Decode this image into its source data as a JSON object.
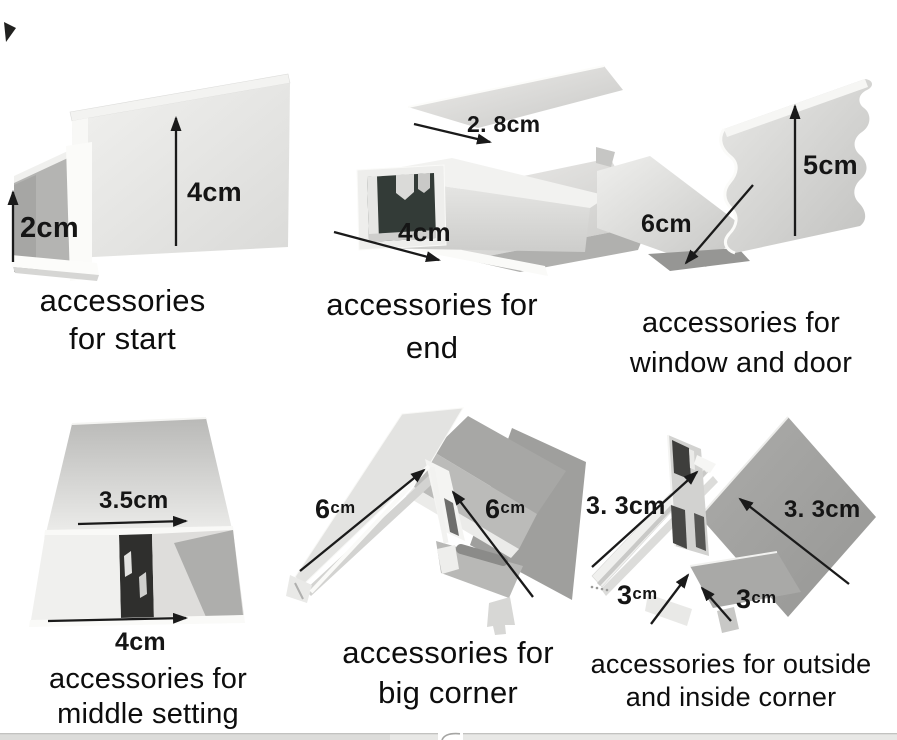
{
  "colors": {
    "background": "#ffffff",
    "text": "#0d0d0d",
    "arrow": "#1a1a1a",
    "metal_light": "#f0f0ee",
    "metal_mid": "#c7c7c5",
    "metal_dark": "#a0a09e",
    "slot_dark": "#333b37",
    "bottom_strip": "#e6e6e4"
  },
  "panels": [
    {
      "id": "start",
      "caption": [
        "accessories",
        "for start"
      ],
      "dims": [
        {
          "text": "2cm"
        },
        {
          "text": "4cm"
        }
      ]
    },
    {
      "id": "end",
      "caption": [
        "accessories for",
        "end"
      ],
      "dims": [
        {
          "text": "2. 8cm"
        },
        {
          "text": "4cm"
        }
      ]
    },
    {
      "id": "window-and-door",
      "caption": [
        "accessories for",
        "window and door"
      ],
      "dims": [
        {
          "text": "6cm"
        },
        {
          "text": "5cm"
        }
      ]
    },
    {
      "id": "middle-setting",
      "caption": [
        "accessories for",
        "middle setting"
      ],
      "dims": [
        {
          "text": "3.5cm"
        },
        {
          "text": "4cm"
        }
      ]
    },
    {
      "id": "big-corner",
      "caption": [
        "accessories for",
        "big corner"
      ],
      "dims": [
        {
          "num": "6",
          "unit": "cm"
        },
        {
          "num": "6",
          "unit": "cm"
        }
      ]
    },
    {
      "id": "outside-inside-corner",
      "caption": [
        "accessories for outside",
        "and inside corner"
      ],
      "dims": [
        {
          "text": "3. 3cm"
        },
        {
          "text": "3. 3cm"
        },
        {
          "num": "3",
          "unit": "cm"
        },
        {
          "num": "3",
          "unit": "cm"
        }
      ]
    }
  ]
}
